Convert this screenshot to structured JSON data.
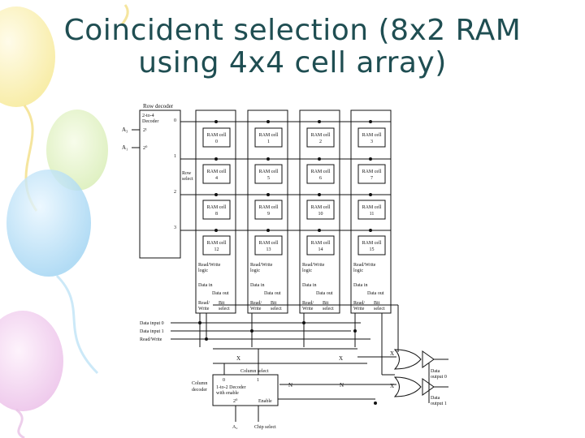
{
  "slide": {
    "title_line1": "Coincident selection (8x2 RAM",
    "title_line2": "using 4x4 cell array)"
  },
  "diagram": {
    "row_decoder": {
      "heading": "Row decoder",
      "type_line1": "2-to-4",
      "type_line2": "Decoder",
      "in_high": "A₃",
      "in_low": "A₁",
      "pin_high": "2¹",
      "pin_low": "2⁰",
      "outputs": [
        "0",
        "1",
        "2",
        "3"
      ]
    },
    "row_select_line1": "Row",
    "row_select_line2": "select",
    "cell_prefix": "RAM cell",
    "cells": [
      "0",
      "1",
      "2",
      "3",
      "4",
      "5",
      "6",
      "7",
      "8",
      "9",
      "10",
      "11",
      "12",
      "13",
      "14",
      "15"
    ],
    "column_block": {
      "rw_logic_line1": "Read/Write",
      "rw_logic_line2": "logic",
      "data_in": "Data in",
      "data_out": "Data out",
      "read_write_line1": "Read/",
      "read_write_line2": "Write",
      "bit_select_line1": "Bit",
      "bit_select_line2": "select"
    },
    "inputs": [
      "Data input 0",
      "Data input 1",
      "Read/Write"
    ],
    "column_select": "Column select",
    "column_decoder": {
      "label_line1": "Column",
      "label_line2": "decoder",
      "out0": "0",
      "out1": "1",
      "type": "1-to-2 Decoder",
      "mode": "with enable",
      "pin": "2⁰",
      "enable": "Enable",
      "address": "A₂",
      "chip_select": "Chip select"
    },
    "cross_marks": [
      "X",
      "X",
      "X",
      "X",
      "N",
      "N"
    ],
    "outputs": [
      {
        "line1": "Data",
        "line2": "output 0"
      },
      {
        "line1": "Data",
        "line2": "output 1"
      }
    ]
  }
}
